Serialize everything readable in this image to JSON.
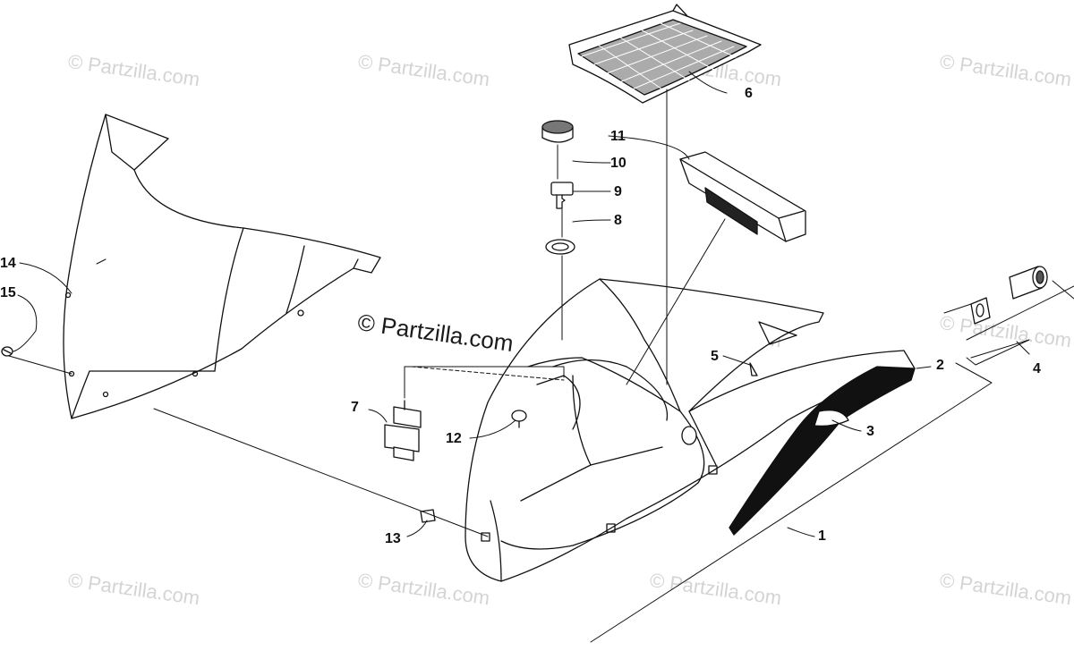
{
  "watermark": "© Partzilla.com",
  "callouts": [
    "1",
    "2",
    "3",
    "4",
    "5",
    "6",
    "7",
    "8",
    "9",
    "10",
    "11",
    "12",
    "13",
    "14",
    "15"
  ]
}
